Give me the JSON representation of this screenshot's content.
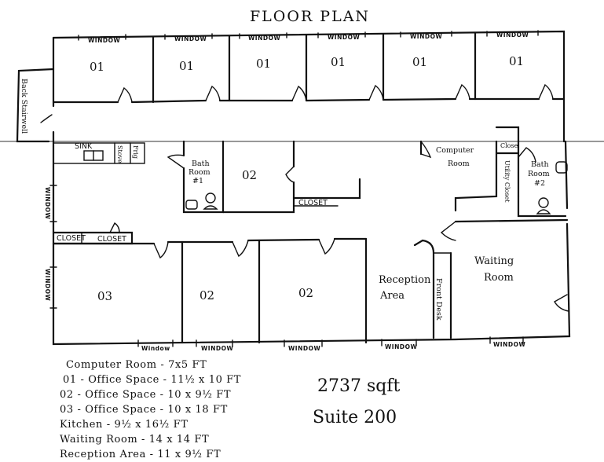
{
  "title": "FLOOR PLAN",
  "window_label": "WINDOW",
  "window_label_alt": "Window",
  "rooms": {
    "o1": "01",
    "o2": "02",
    "o3": "03",
    "bath1_a": "Bath",
    "bath1_b": "Room",
    "bath1_c": "#1",
    "bath2_a": "Bath",
    "bath2_b": "Room",
    "bath2_c": "#2",
    "computer_a": "Computer",
    "computer_b": "Room",
    "utility": "Utility Closet",
    "closet": "CLOSET",
    "closet_small": "Close",
    "waiting_a": "Waiting",
    "waiting_b": "Room",
    "reception_a": "Reception",
    "reception_b": "Area",
    "front_desk": "Front Desk",
    "back_stairwell": "Back Stairwell",
    "sink": "SINK",
    "stove": "Stove",
    "fridge": "Frig"
  },
  "legend": [
    "Computer Room - 7x5 FT",
    "01 - Office Space - 11½ x 10 FT",
    "02 - Office Space - 10 x 9½ FT",
    "03 - Office Space - 10 x 18 FT",
    "Kitchen - 9½ x 16½ FT",
    "Waiting Room - 14 x 14 FT",
    "Reception Area - 11 x 9½ FT"
  ],
  "area": "2737 sqft",
  "suite": "Suite 200"
}
